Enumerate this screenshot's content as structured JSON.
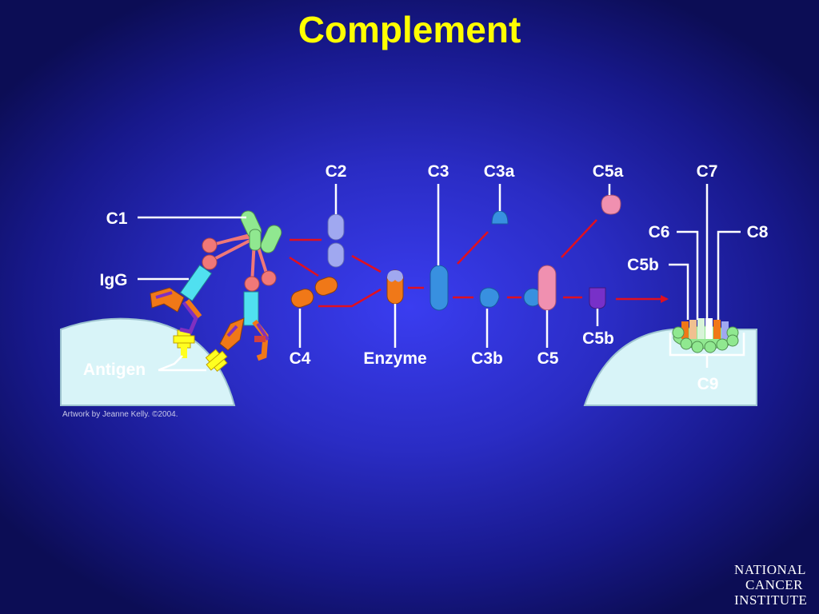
{
  "title": "Complement",
  "credit": "Artwork by Jeanne Kelly. ©2004.",
  "labels": {
    "c1": "C1",
    "igg": "IgG",
    "antigen": "Antigen",
    "c2": "C2",
    "c3": "C3",
    "c3a": "C3a",
    "c5a": "C5a",
    "c7": "C7",
    "c6": "C6",
    "c8": "C8",
    "c5b_top": "C5b",
    "c5b_mid": "C5b",
    "c4": "C4",
    "enzyme": "Enzyme",
    "c3b": "C3b",
    "c5": "C5",
    "c9": "C9"
  },
  "logo": {
    "line1": "National",
    "line2": "Cancer",
    "line3": "Institute"
  },
  "colors": {
    "title": "#ffff00",
    "arrow": "#e01020",
    "cell": "#d8f4f8",
    "c1_head": "#90e890",
    "c1_arms": "#f07878",
    "igg": "#50e0f0",
    "c2": "#a0a8f0",
    "c4": "#f07818",
    "c3": "#3890e0",
    "c5": "#f090b0",
    "c5b": "#7830c8",
    "antigen": "#ffff20"
  }
}
